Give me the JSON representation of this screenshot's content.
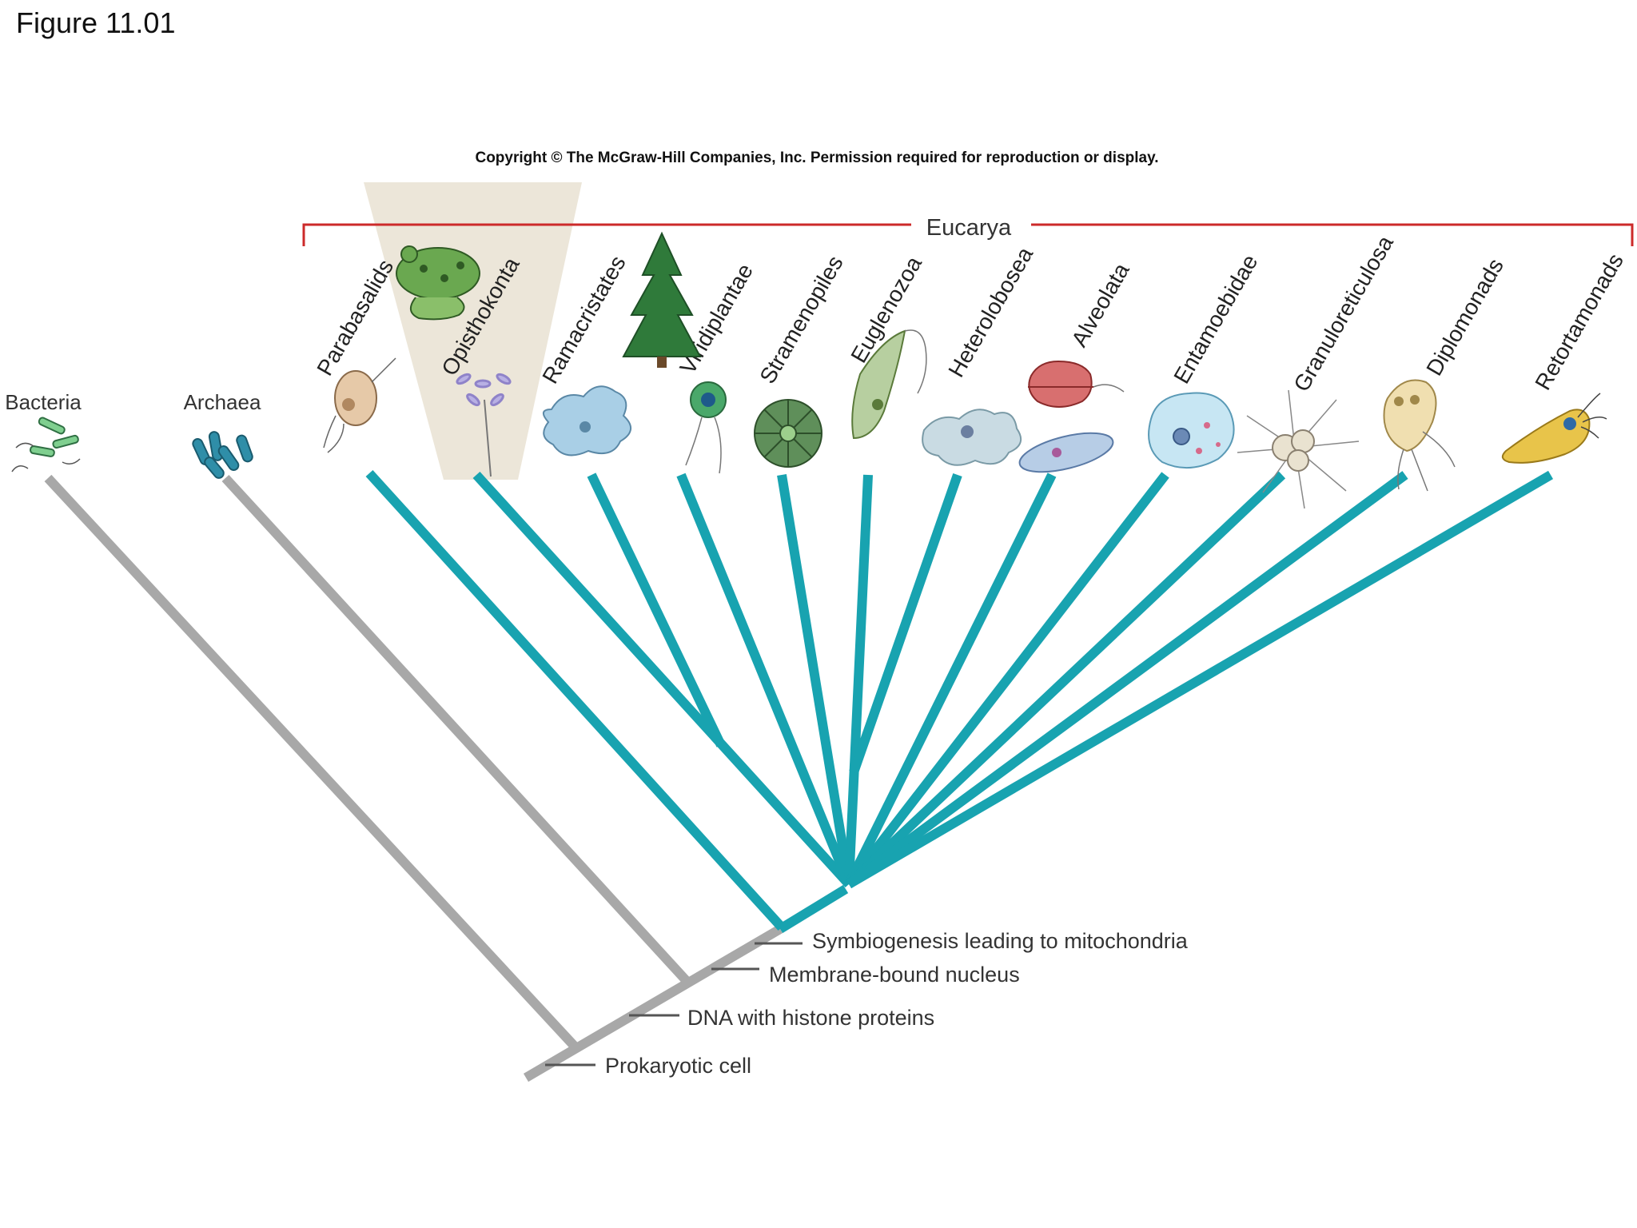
{
  "figure_title": "Figure 11.01",
  "copyright": "Copyright © The McGraw-Hill Companies, Inc. Permission required for reproduction or display.",
  "eucarya_label": "Eucarya",
  "domains": [
    {
      "name": "Bacteria",
      "icon": "rod-bacteria-icon"
    },
    {
      "name": "Archaea",
      "icon": "rod-archaea-icon"
    }
  ],
  "clades": [
    {
      "name": "Parabasalids",
      "icon": "parabasalid-icon"
    },
    {
      "name": "Opisthokonta",
      "icon": "frog-and-choanoflagellate-icon"
    },
    {
      "name": "Ramacristates",
      "icon": "amoeba-icon"
    },
    {
      "name": "Viridiplantae",
      "icon": "pine-tree-and-green-alga-icon"
    },
    {
      "name": "Stramenopiles",
      "icon": "diatom-icon"
    },
    {
      "name": "Euglenozoa",
      "icon": "euglena-icon"
    },
    {
      "name": "Heterolobosea",
      "icon": "amoeboflagellate-icon"
    },
    {
      "name": "Alveolata",
      "icon": "dinoflagellate-and-paramecium-icon"
    },
    {
      "name": "Entamoebidae",
      "icon": "entamoeba-icon"
    },
    {
      "name": "Granuloreticulosa",
      "icon": "foraminifera-icon"
    },
    {
      "name": "Diplomonads",
      "icon": "giardia-icon"
    },
    {
      "name": "Retortamonads",
      "icon": "retortamonad-icon"
    }
  ],
  "events": [
    "Symbiogenesis leading to mitochondria",
    "Membrane-bound nucleus",
    "DNA with histone proteins",
    "Prokaryotic cell"
  ],
  "colors": {
    "prokaryote_branch": "#a8a8a8",
    "eukaryote_branch": "#18a3b0",
    "eucarya_bracket": "#cc2a2a",
    "highlight": "#ece6d9"
  }
}
